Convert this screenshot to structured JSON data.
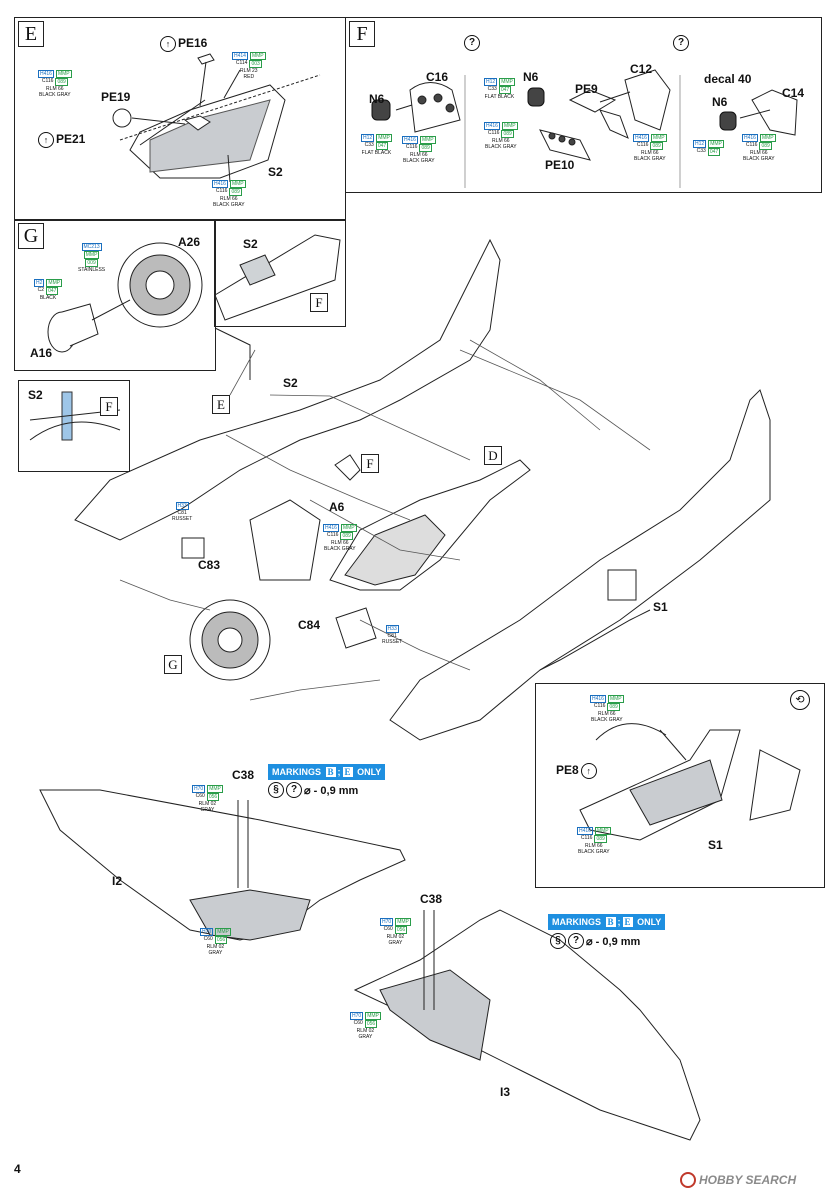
{
  "page_number": "4",
  "watermark": "HOBBY SEARCH",
  "steps": {
    "E": "E",
    "F": "F",
    "G": "G",
    "D": "D"
  },
  "help_mark": "?",
  "parts": {
    "pe16": "PE16",
    "pe19": "PE19",
    "pe21": "PE21",
    "s2": "S2",
    "n6": "N6",
    "c16": "C16",
    "pe9": "PE9",
    "c12": "C12",
    "pe10": "PE10",
    "decal40": "decal 40",
    "c14": "C14",
    "a26": "A26",
    "a16": "A16",
    "a6": "A6",
    "c83": "C83",
    "c84": "C84",
    "s1": "S1",
    "pe8": "PE8",
    "c38": "C38",
    "i2": "I2",
    "i3": "I3"
  },
  "colors": {
    "rlm66": {
      "c1": "H416",
      "c2": "MMP",
      "c3": "C116",
      "c4": "089",
      "name1": "RLM 66",
      "name2": "BLACK GRAY"
    },
    "rlm23": {
      "c1": "H414",
      "c2": "MMP",
      "c3": "C114",
      "c4": "003",
      "name1": "RLM 23",
      "name2": "RED"
    },
    "flatblack": {
      "c1": "H12",
      "c2": "MMP",
      "c3": "C33",
      "c4": "047",
      "name1": "FLAT BLACK"
    },
    "stainless": {
      "c1": "MC213",
      "c2": "MMP",
      "c4": "009",
      "name1": "STAINLESS"
    },
    "black": {
      "c1": "H2",
      "c2": "MMP",
      "c3": "C2",
      "c4": "047",
      "name1": "BLACK"
    },
    "russet": {
      "c1": "H33",
      "c3": "C81",
      "name1": "RUSSET"
    },
    "rlm02": {
      "c1": "H70",
      "c2": "MMP",
      "c3": "C60",
      "c4": "056",
      "name1": "RLM 02",
      "name2": "GRAY"
    }
  },
  "markings": {
    "prefix": "MARKINGS",
    "b": "B",
    "sep": ";",
    "e": "E",
    "suffix": "ONLY"
  },
  "drill": {
    "text": "⌀ - 0,9 mm"
  },
  "accent": "#1e8fe0",
  "blue_code": "#1a6fbf",
  "green_code": "#2a9d4a"
}
